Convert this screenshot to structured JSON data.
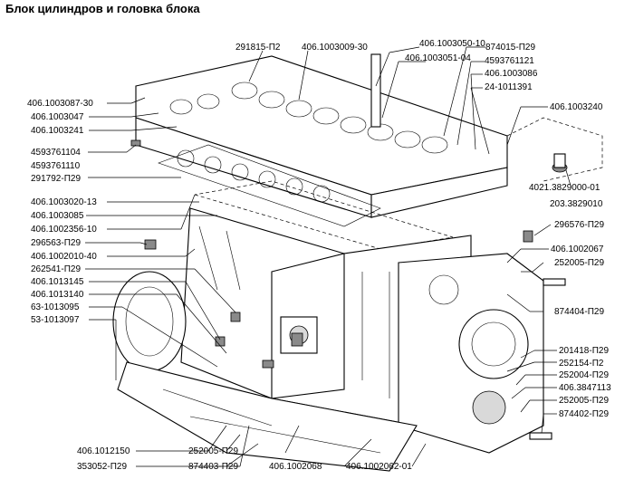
{
  "title": "Блок цилиндров и головка блока",
  "labels": [
    "291815-П2",
    "406.1003009-30",
    "406.1003050-10",
    "874015-П29",
    "406.1003051-04",
    "4593761121",
    "406.1003086",
    "24-1011391",
    "406.1003087-30",
    "406.1003047",
    "406.1003241",
    "406.1003240",
    "4593761104",
    "4593761110",
    "291792-П29",
    "4021.3829000-01",
    "203.3829010",
    "406.1003020-13",
    "406.1003085",
    "406.1002356-10",
    "296576-П29",
    "296563-П29",
    "406.1002010-40",
    "406.1002067",
    "262541-П29",
    "252005-П29",
    "406.1013145",
    "406.1013140",
    "874404-П29",
    "63-1013095",
    "53-1013097",
    "201418-П29",
    "252154-П2",
    "252004-П29",
    "406.3847113",
    "252005-П29",
    "874402-П29",
    "406.1012150",
    "353052-П29",
    "252005-П29",
    "874403-П29",
    "406.1002068",
    "406.1002062-01"
  ]
}
